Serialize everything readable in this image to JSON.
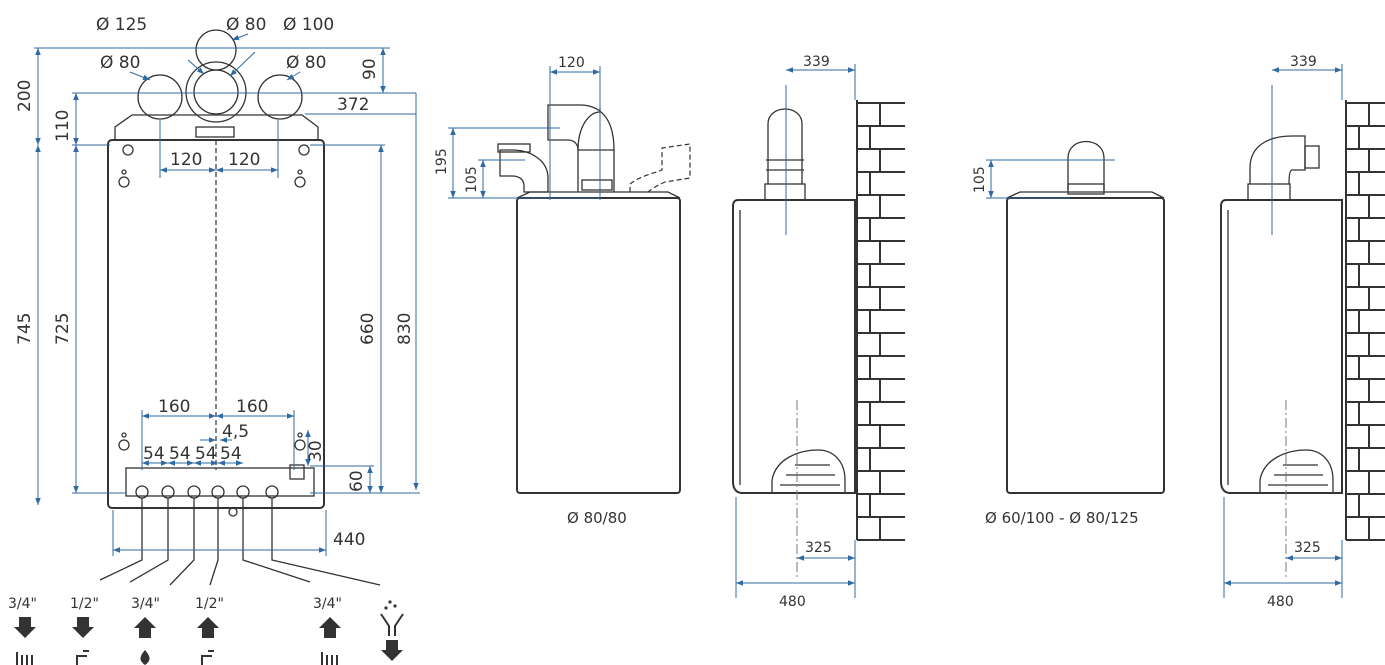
{
  "front": {
    "dia_top_left": "Ø 125",
    "dia_top_mid": "Ø 80",
    "dia_top_right": "Ø 100",
    "dia_left": "Ø 80",
    "dia_right": "Ø 80",
    "d200": "200",
    "d110": "110",
    "d90": "90",
    "d372": "372",
    "d120a": "120",
    "d120b": "120",
    "d745": "745",
    "d725": "725",
    "d660": "660",
    "d830": "830",
    "d160a": "160",
    "d160b": "160",
    "d45": "4,5",
    "d30": "30",
    "d60": "60",
    "d54": [
      "54",
      "54",
      "54",
      "54"
    ],
    "d440": "440"
  },
  "connections": [
    {
      "size": "3/4\"",
      "direction": "down",
      "symbol": "radiator-icon"
    },
    {
      "size": "1/2\"",
      "direction": "down",
      "symbol": "tap-icon"
    },
    {
      "size": "3/4\"",
      "direction": "up",
      "symbol": "gas-flame-icon"
    },
    {
      "size": "1/2\"",
      "direction": "up",
      "symbol": "tap-icon"
    },
    {
      "size": "3/4\"",
      "direction": "up",
      "symbol": "radiator-icon"
    },
    {
      "size": "",
      "direction": "down",
      "symbol": "drain-funnel-icon"
    }
  ],
  "view2": {
    "d120": "120",
    "d195": "195",
    "d105": "105",
    "caption": "Ø 80/80"
  },
  "view3": {
    "d339": "339",
    "d325": "325",
    "d480": "480"
  },
  "view4": {
    "d105": "105",
    "caption": "Ø 60/100 - Ø 80/125"
  },
  "view5": {
    "d339": "339",
    "d325": "325",
    "d480": "480"
  }
}
